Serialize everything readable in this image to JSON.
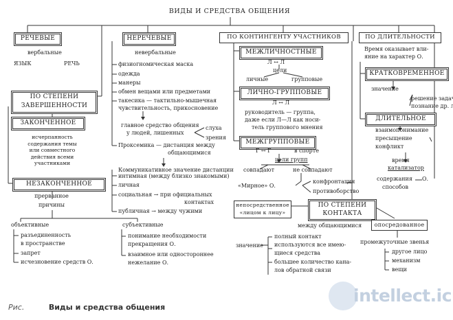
{
  "diagram": {
    "title": "ВИДЫ И СРЕДСТВА ОБЩЕНИЯ",
    "verbal": {
      "header": "РЕЧЕВЫЕ",
      "sub": "вербальные",
      "items": [
        "ЯЗЫК",
        "РЕЧЬ"
      ]
    },
    "completeness": {
      "header_line1": "ПО СТЕПЕНИ",
      "header_line2": "ЗАВЕРШЕННОСТИ",
      "complete": "ЗАКОНЧЕННОЕ",
      "complete_desc": [
        "исчерпанность",
        "содержания темы",
        "или совместного",
        "действия всеми",
        "участниками"
      ],
      "incomplete": "НЕЗАКОНЧЕННОЕ",
      "incomplete_desc": [
        "прерванное",
        "причины"
      ],
      "objective": "объективные",
      "objective_items": [
        "разъединенность",
        "в пространстве",
        "запрет",
        "исчезновение средств О."
      ],
      "subjective": "субъективные",
      "subjective_items": [
        "понимание необходимости",
        "прекращения О.",
        "взаимное или одностороннее",
        "нежелание О."
      ]
    },
    "nonverbal": {
      "header": "НЕРЕЧЕВЫЕ",
      "sub": "невербальные",
      "items": [
        "физиогномическая маска",
        "одежда",
        "манеры",
        "обмен вещами или предметами",
        "такесика — тактильно-мышечная",
        "чувствительность, прикосновение"
      ],
      "main_means": [
        "главное средство общения",
        "у людей, лишенных"
      ],
      "hearing": "слуха",
      "sight": "зрения",
      "proxemics": [
        "Проксемика — дистанция между",
        "общающимися"
      ],
      "comm_value": "Коммуникативное значение дистанции",
      "distances": [
        "интимная (между близко знакомыми)",
        "личная",
        "социальная → при официальных",
        "контактах",
        "публичная → между чужими"
      ]
    },
    "contingent": {
      "header": "ПО КОНТИНГЕНТУ УЧАСТНИКОВ",
      "interpersonal": "МЕЖЛИЧНОСТНЫЕ",
      "l_l": "Л ↔ Л",
      "goals": "цели",
      "personal": "личные",
      "group": "групповые",
      "personal_group": "ЛИЧНО-ГРУППОВЫЕ",
      "l_g": "Л ↔ Л",
      "pg_desc": [
        "руководитель — группа,",
        "даже если Л—Л как носи-",
        "тель группового мнения"
      ],
      "intergroup": "МЕЖГРУППОВЫЕ",
      "g_g": "Г ↔ Г",
      "in_sport": "в спорте",
      "group_goals": "цели групп",
      "coincide": "совпадают",
      "not_coincide": "не совпадают",
      "peaceful": "«Мирное» О.",
      "confrontation": "конфронтация",
      "opposition": "противоборство"
    },
    "contact": {
      "direct_line1": "непосредственное",
      "direct_line2": "«лицом к лицу»",
      "header_line1": "ПО СТЕПЕНИ",
      "header_line2": "КОНТАКТА",
      "between": "между общающимися",
      "meaning": "значение",
      "items": [
        "полный контакт",
        "используются все имею-",
        "щиеся средства",
        "большее количество кана-",
        "лов обратной связи"
      ],
      "mediated": "опосредованное",
      "intermediate": "промежуточные звенья",
      "links": [
        "другое лицо",
        "механизм",
        "вещи"
      ]
    },
    "duration": {
      "header": "ПО ДЛИТЕЛЬНОСТИ",
      "influence": [
        "Время оказывает вли-",
        "яние на характер О."
      ],
      "short": "КРАТКОВРЕМЕННОЕ",
      "meaning": "значение",
      "short_items": [
        "решение задачи",
        "познание др. лица"
      ],
      "long": "ДЛИТЕЛЬНОЕ",
      "long_items": [
        "взаимопонимание",
        "пресыщение",
        "конфликт"
      ],
      "time": "время",
      "catalyst": "катализатор",
      "content": "содержания",
      "methods": "способов",
      "o": "О."
    }
  },
  "caption": {
    "prefix": "Рис.",
    "title": "Виды и средства общения"
  },
  "watermark": "intellect.icu"
}
